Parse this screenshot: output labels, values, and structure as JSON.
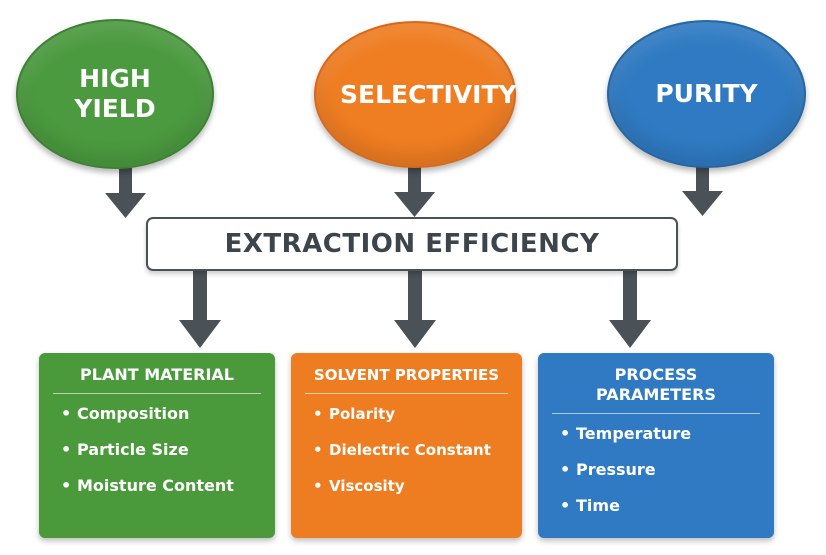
{
  "diagram": {
    "goals": [
      {
        "label": "HIGH YIELD",
        "color": "#4b9a3f"
      },
      {
        "label": "SELECTIVITY",
        "color": "#ef7d22"
      },
      {
        "label": "PURITY",
        "color": "#2f7ac2"
      }
    ],
    "central": {
      "label": "EXTRACTION EFFICIENCY"
    },
    "factors": [
      {
        "title": "PLANT MATERIAL",
        "color": "#4a9a3c",
        "items": [
          "Composition",
          "Particle Size",
          "Moisture Content"
        ]
      },
      {
        "title": "SOLVENT PROPERTIES",
        "color": "#ee7d22",
        "items": [
          "Polarity",
          "Dielectric Constant",
          "Viscosity"
        ]
      },
      {
        "title": "PROCESS PARAMETERS",
        "color": "#2f7ac2",
        "items": [
          "Temperature",
          "Pressure",
          "Time"
        ]
      }
    ],
    "arrow_color": "#4a5157"
  }
}
